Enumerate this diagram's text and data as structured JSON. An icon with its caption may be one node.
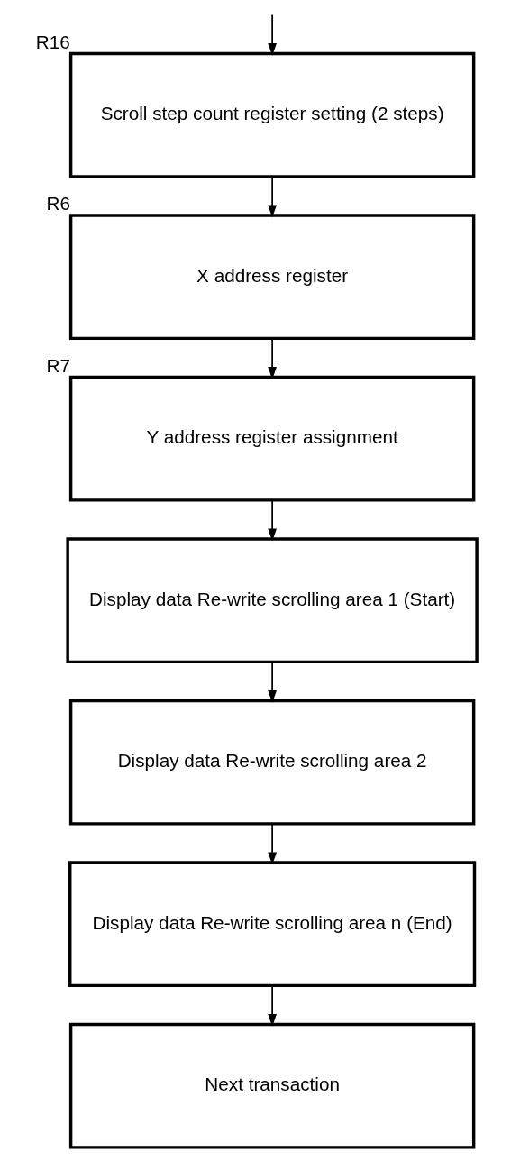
{
  "diagram": {
    "nodes": [
      {
        "text": [
          "Scroll step count register setting (2 steps)"
        ],
        "beside": [
          "R16"
        ]
      },
      {
        "text": [
          "X address register"
        ],
        "beside": [
          "R6"
        ]
      },
      {
        "text": [
          "Y address register assignment"
        ],
        "beside": [
          "R7"
        ]
      },
      {
        "text": [
          "Display data Re-write scrolling area 1 (Start)"
        ]
      },
      {
        "text": [
          "Display data Re-write scrolling area 2"
        ]
      },
      {
        "text": [
          "Display data Re-write scrolling area n (End)"
        ]
      },
      {
        "text": [
          "Next transaction"
        ]
      }
    ],
    "edges": [
      {
        "from": null,
        "to": 0,
        "arrow": "to"
      },
      {
        "from": 0,
        "to": 1,
        "arrow": "to"
      },
      {
        "from": 1,
        "to": 2,
        "arrow": "to"
      },
      {
        "from": 2,
        "to": 3,
        "arrow": "to"
      },
      {
        "from": 3,
        "to": 4,
        "arrow": "to"
      },
      {
        "from": 4,
        "to": 5,
        "arrow": "to"
      },
      {
        "from": 5,
        "to": 6,
        "arrow": "to"
      }
    ]
  }
}
